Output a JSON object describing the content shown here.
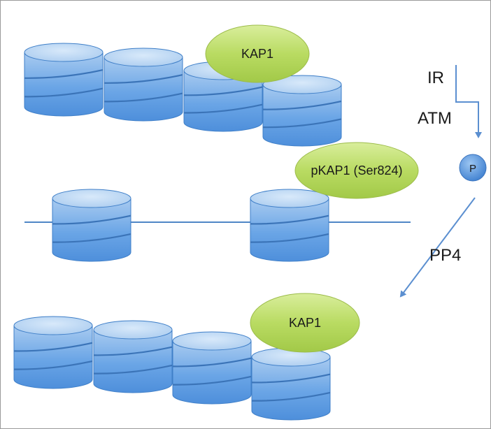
{
  "diagram": {
    "labels": {
      "kap1_top": "KAP1",
      "pkap1": "pKAP1 (Ser824)",
      "phospho": "P",
      "kap1_bottom": "KAP1",
      "ir": "IR",
      "atm": "ATM",
      "pp4": "PP4"
    },
    "colors": {
      "background": "#ffffff",
      "border": "#9a9a9a",
      "nucleosome_top": "#b7d3ee",
      "nucleosome_side": "#5d9be0",
      "nucleosome_edge": "#3f7fc8",
      "kap1_fill": "#b3d65a",
      "kap1_edge": "#8fb23a",
      "arrow": "#5b8fd0",
      "dna_line": "#4f86c6",
      "phospho_fill": "#4f8fd8"
    }
  }
}
